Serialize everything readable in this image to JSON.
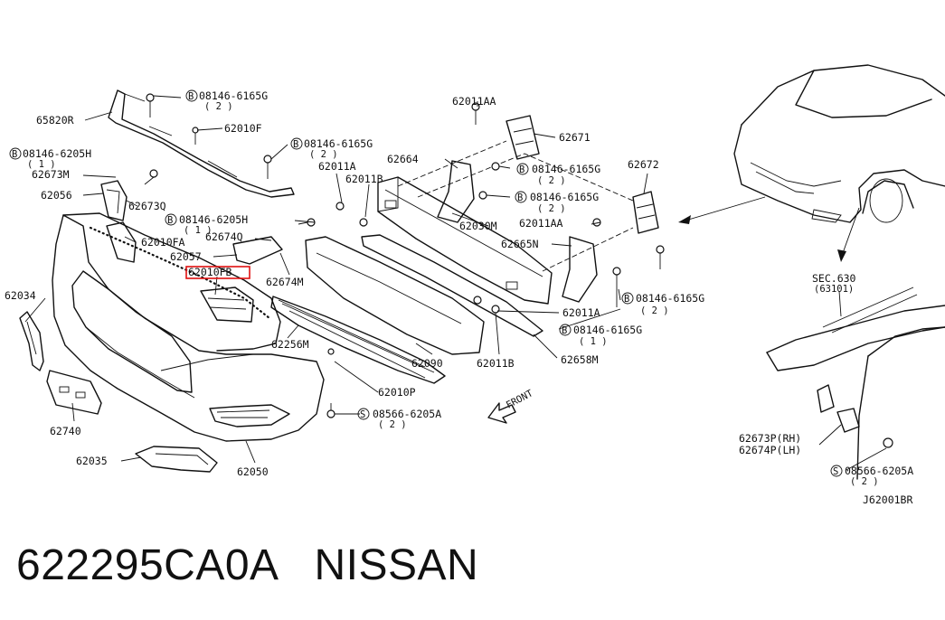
{
  "labels": {
    "l_65820R": "65820R",
    "l_bolt1": "08146-6165G",
    "l_bolt1q": "( 2 )",
    "l_62010F": "62010F",
    "l_bolt2": "08146-6165G",
    "l_bolt2q": "( 2 )",
    "l_bolt3": "08146-6205H",
    "l_bolt3q": "( 1 )",
    "l_62673M": "62673M",
    "l_62056": "62056",
    "l_62673Q": "62673Q",
    "l_bolt4": "08146-6205H",
    "l_bolt4q": "( 1 )",
    "l_62674Q": "62674Q",
    "l_62010FA": "62010FA",
    "l_62057": "62057",
    "l_62010FB": "62010FB",
    "l_62674M": "62674M",
    "l_62034": "62034",
    "l_62256M": "62256M",
    "l_62010P": "62010P",
    "l_62740": "62740",
    "l_bolt5": "08566-6205A",
    "l_bolt5q": "( 2 )",
    "l_62035": "62035",
    "l_62050": "62050",
    "l_62090": "62090",
    "l_62011B_low": "62011B",
    "l_62658M": "62658M",
    "l_62011A_low": "62011A",
    "l_bolt6": "08146-6165G",
    "l_bolt6q": "( 1 )",
    "l_bolt7": "08146-6165G",
    "l_bolt7q": "( 2 )",
    "l_62011AA_top": "62011AA",
    "l_62671": "62671",
    "l_62664": "62664",
    "l_bolt8": "08146-6165G",
    "l_bolt8q": "( 2 )",
    "l_62011A_top": "62011A",
    "l_62011B_top": "62011B",
    "l_bolt9": "08146-6165G",
    "l_bolt9q": "( 2 )",
    "l_62672": "62672",
    "l_62030M": "62030M",
    "l_62011AA_mid": "62011AA",
    "l_62665N": "62665N",
    "l_front": "FRONT",
    "l_sec": "SEC.630",
    "l_secq": "(63101)",
    "l_62673P": "62673P(RH)",
    "l_62674P": "62674P(LH)",
    "l_bolt10": "08566-6205A",
    "l_bolt10q": "( 2 )",
    "l_ref": "J62001BR"
  },
  "symbols": {
    "bolt_b": "B",
    "screw_s": "S"
  },
  "footer": {
    "part_number": "622295CA0A",
    "brand": "NISSAN"
  },
  "colors": {
    "line": "#111111",
    "highlight": "#e01010",
    "background": "#ffffff"
  }
}
